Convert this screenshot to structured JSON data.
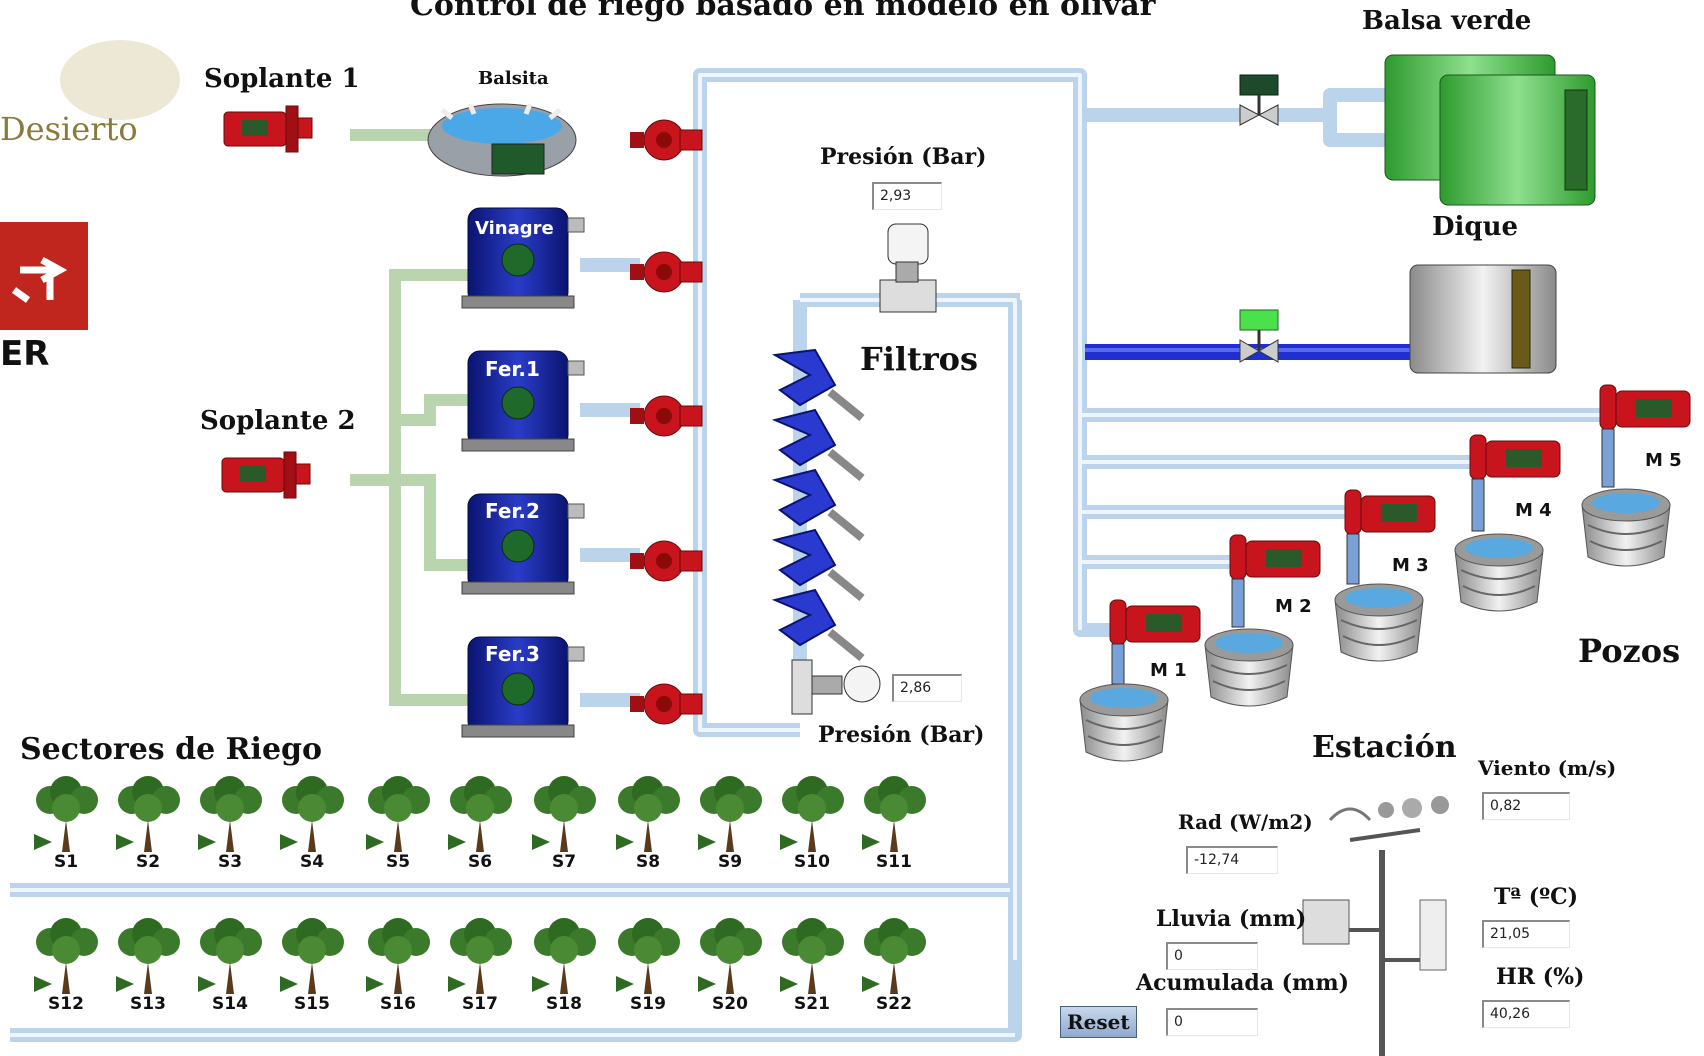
{
  "app": {
    "title": "Control de riego basado en modelo en olivar",
    "logo1_text": "Desierto",
    "logo2_text": "ER"
  },
  "equipment": {
    "soplante1": "Soplante 1",
    "soplante2": "Soplante 2",
    "balsita": "Balsita",
    "vinagre": "Vinagre",
    "fer1": "Fer.1",
    "fer2": "Fer.2",
    "fer3": "Fer.3",
    "filtros": "Filtros",
    "balsa_verde": "Balsa verde",
    "dique": "Dique",
    "pozos": "Pozos",
    "motors": [
      "M 1",
      "M 2",
      "M 3",
      "M 4",
      "M 5"
    ]
  },
  "pressure": {
    "label_top": "Presión (Bar)",
    "value_top": "2,93",
    "label_bottom": "Presión (Bar)",
    "value_bottom": "2,86"
  },
  "sectors": {
    "title": "Sectores de Riego",
    "row1": [
      "S1",
      "S2",
      "S3",
      "S4",
      "S5",
      "S6",
      "S7",
      "S8",
      "S9",
      "S10",
      "S11"
    ],
    "row2": [
      "S12",
      "S13",
      "S14",
      "S15",
      "S16",
      "S17",
      "S18",
      "S19",
      "S20",
      "S21",
      "S22"
    ]
  },
  "station": {
    "title": "Estación",
    "rad_label": "Rad (W/m2)",
    "rad_value": "-12,74",
    "viento_label": "Viento (m/s)",
    "viento_value": "0,82",
    "temp_label": "Tª (ºC)",
    "temp_value": "21,05",
    "lluvia_label": "Lluvia (mm)",
    "lluvia_value": "0",
    "acumulada_label": "Acumulada (mm)",
    "acumulada_value": "0",
    "hr_label": "HR (%)",
    "hr_value": "40,26",
    "reset_label": "Reset"
  },
  "colors": {
    "pipe_light": "#bcd3ec",
    "pipe_dark": "#1f2fd0",
    "pipe_green": "#b9d4ae",
    "pump_red": "#c8141c",
    "tank_blue": "#14229a",
    "balsa_green": "#4cbc4c",
    "valve_dark": "#1d4a2a",
    "valve_light": "#4ce04c"
  }
}
